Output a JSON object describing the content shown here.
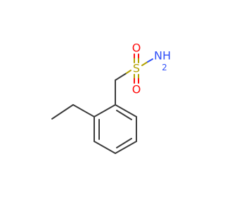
{
  "molecule": {
    "atoms": {
      "sulfur": "S",
      "oxygen_top": "O",
      "oxygen_bottom": "O",
      "amine": "NH",
      "amine_sub": "2"
    },
    "colors": {
      "carbon_bond": "#3c3c3c",
      "sulfur": "#b2a200",
      "oxygen": "#ff0d0d",
      "nitrogen": "#3050f8"
    }
  }
}
